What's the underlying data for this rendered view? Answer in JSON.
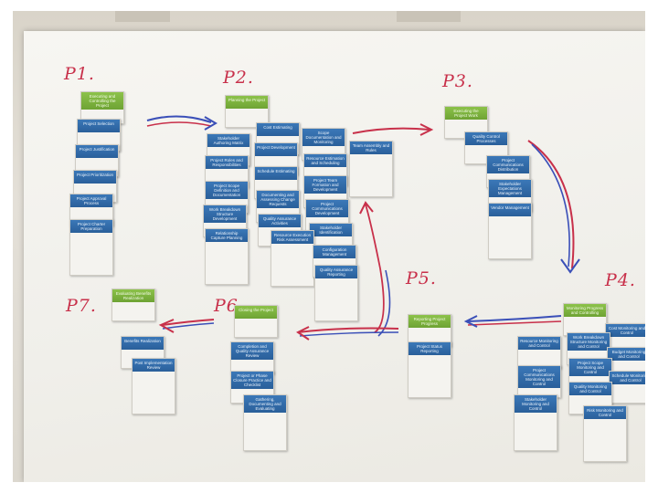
{
  "phases": [
    "P1.",
    "P2.",
    "P3.",
    "P4.",
    "P5.",
    "P6.",
    "P7."
  ],
  "cards": {
    "p1": [
      "Executing and Controlling the Project",
      "Project Selection",
      "Project Justification",
      "Project Prioritization",
      "Project Approval Process",
      "Project Charter Preparation"
    ],
    "p2": [
      "Planning the Project",
      "Cost Estimating",
      "Stakeholder Authoring Matrix",
      "Project Development",
      "Scope Documentation and Monitoring",
      "Project Roles and Responsibilities",
      "Resource Estimation and Scheduling",
      "Schedule Estimating",
      "Project Scope Definition and Documentation",
      "Project Team Formation and Development",
      "Team Assembly and Rules",
      "Work Breakdown Structure Development",
      "Documenting and Assessing Change Requests",
      "Project Communications Development",
      "Quality Assurance Activities",
      "Stakeholder Identification",
      "Relationship Capture Planning",
      "Resource Execution Risk Assessment",
      "Configuration Management",
      "Quality Assurance Reporting"
    ],
    "p3": [
      "Executing the Project Work",
      "Quality Control Processes",
      "Project Communications Distribution",
      "Stakeholder Expectations Management",
      "Vendor Management"
    ],
    "p4": [
      "Monitoring Progress and Controlling",
      "Cost Monitoring and Control",
      "Resource Monitoring and Control",
      "Work Breakdown Structure Monitoring and Control",
      "Budget Monitoring and Control",
      "Project Scope Monitoring and Control",
      "Schedule Monitoring and Control",
      "Project Communications Monitoring and Control",
      "Quality Monitoring and Control",
      "Stakeholder Monitoring and Control",
      "Risk Monitoring and Control"
    ],
    "p5": [
      "Reporting Project Progress",
      "Project Status Reporting"
    ],
    "p6": [
      "Closing the Project",
      "Completion and Quality Assurance Review",
      "Project or Phase Closure Practice and Checklist",
      "Gathering, Documenting and Evaluating"
    ],
    "p7": [
      "Evaluating Benefits Realization",
      "Benefits Realization",
      "Post Implementation Review"
    ]
  }
}
